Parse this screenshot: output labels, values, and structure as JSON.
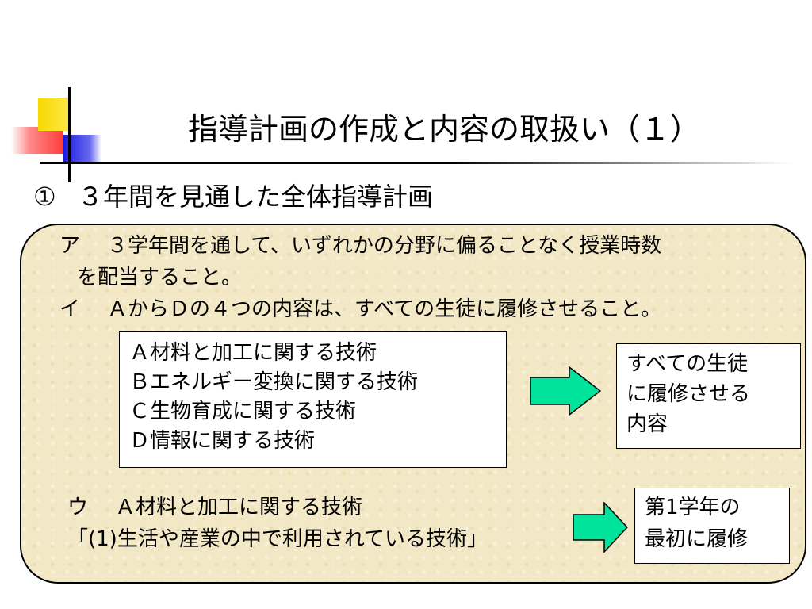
{
  "slide": {
    "title": "指導計画の作成と内容の取扱い（１）",
    "subtitle_number": "①",
    "subtitle_text": "３年間を見通した全体指導計画"
  },
  "items": {
    "a": {
      "label": "ア",
      "line1": "３学年間を通して、いずれかの分野に偏ることなく授業時数",
      "line2": "を配当すること。"
    },
    "i": {
      "label": "イ",
      "text": "ＡからＤの４つの内容は、すべての生徒に履修させること。"
    },
    "u": {
      "label": "ウ",
      "line1": "Ａ材料と加工に関する技術",
      "line2": "「(1)生活や産業の中で利用されている技術」"
    }
  },
  "content_list": [
    "Ａ材料と加工に関する技術",
    "Ｂエネルギー変換に関する技術",
    "Ｃ生物育成に関する技術",
    "Ｄ情報に関する技術"
  ],
  "result_box_1": [
    "すべての生徒",
    "に履修させる",
    "内容"
  ],
  "result_box_2": [
    "第1学年の",
    "最初に履修"
  ],
  "colors": {
    "panel_fill": "#f3e8c6",
    "arrow_fill": "#00e39a",
    "deco_yellow": "#f7d800",
    "deco_blue": "#1a1adf",
    "deco_red": "#ff3b3b"
  },
  "icons": {
    "arrow": "right-arrow-icon"
  }
}
